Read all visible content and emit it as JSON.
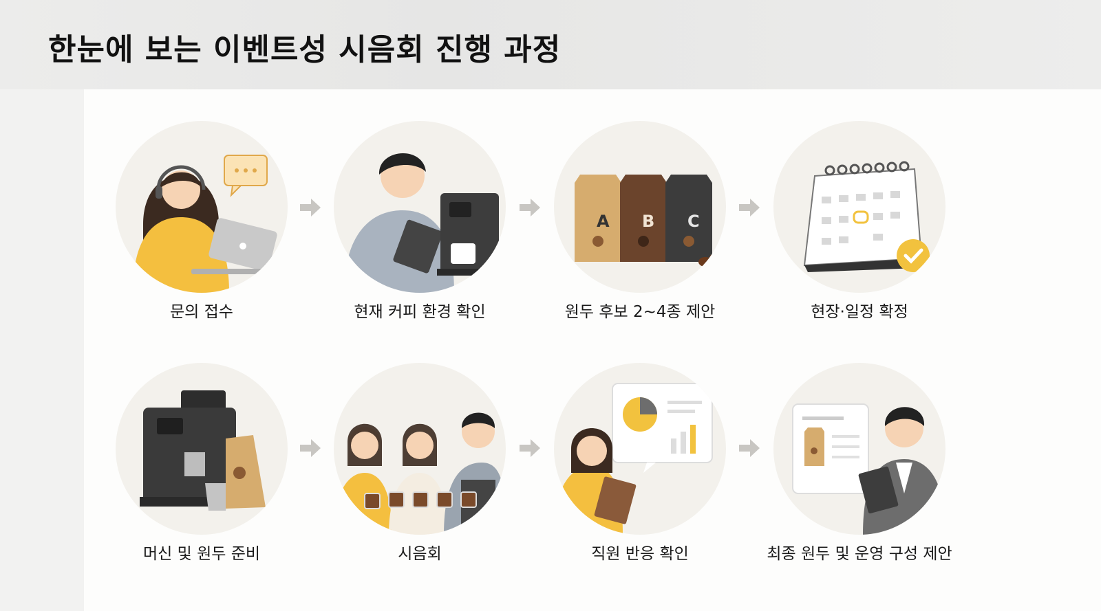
{
  "page": {
    "title": "한눈에 보는 이벤트성 시음회 진행 과정"
  },
  "steps": [
    {
      "label": "문의 접수",
      "icon": "customer-inquiry-icon"
    },
    {
      "label": "현재 커피 환경 확인",
      "icon": "environment-check-icon"
    },
    {
      "label": "원두 후보 2~4종 제안",
      "icon": "bean-bags-icon",
      "bags": [
        "A",
        "B",
        "C"
      ]
    },
    {
      "label": "현장·일정 확정",
      "icon": "calendar-check-icon"
    },
    {
      "label": "머신 및 원두 준비",
      "icon": "machine-prep-icon"
    },
    {
      "label": "시음회",
      "icon": "tasting-icon"
    },
    {
      "label": "직원 반응 확인",
      "icon": "feedback-chart-icon"
    },
    {
      "label": "최종 원두 및 운영 구성 제안",
      "icon": "final-proposal-icon"
    }
  ],
  "colors": {
    "accent": "#f2c23e",
    "circle": "#f3f1ec",
    "arrow": "#c8c6c2",
    "dark": "#3a3a3a"
  }
}
